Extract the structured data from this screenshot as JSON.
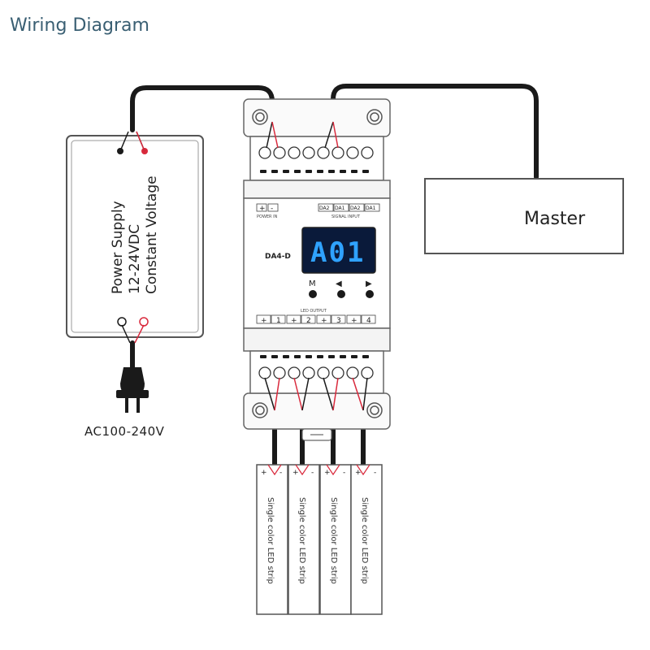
{
  "title": "Wiring Diagram",
  "power_supply": {
    "line1": "Power Supply",
    "line2": "12-24VDC",
    "line3": "Constant Voltage"
  },
  "ac_label": "AC100-240V",
  "master_label": "Master",
  "controller": {
    "model": "DA4-D",
    "display": "A01",
    "power_in_label": "POWER IN",
    "signal_input_label": "SIGNAL INPUT",
    "led_output_label": "LED OUTPUT",
    "power_terminals": [
      "+",
      "-"
    ],
    "signal_terminals": [
      "DA2",
      "DA1",
      "DA2",
      "DA1"
    ],
    "output_terminals": [
      "+",
      "1",
      "+",
      "2",
      "+",
      "3",
      "+",
      "4"
    ],
    "buttons": [
      {
        "label": "M",
        "icon": "menu-button"
      },
      {
        "label": "◀",
        "icon": "left-arrow-icon"
      },
      {
        "label": "▶",
        "icon": "right-arrow-icon"
      }
    ]
  },
  "led_strips": [
    {
      "label": "Single color LED strip"
    },
    {
      "label": "Single color LED strip"
    },
    {
      "label": "Single color LED strip"
    },
    {
      "label": "Single color LED strip"
    }
  ],
  "colors": {
    "wire": "#1a1a1a",
    "wire_red": "#d9293c",
    "lcd_bg": "#0a1a3a",
    "lcd_text": "#2fa2ff",
    "title": "#3a5f73",
    "outline": "#555555"
  }
}
